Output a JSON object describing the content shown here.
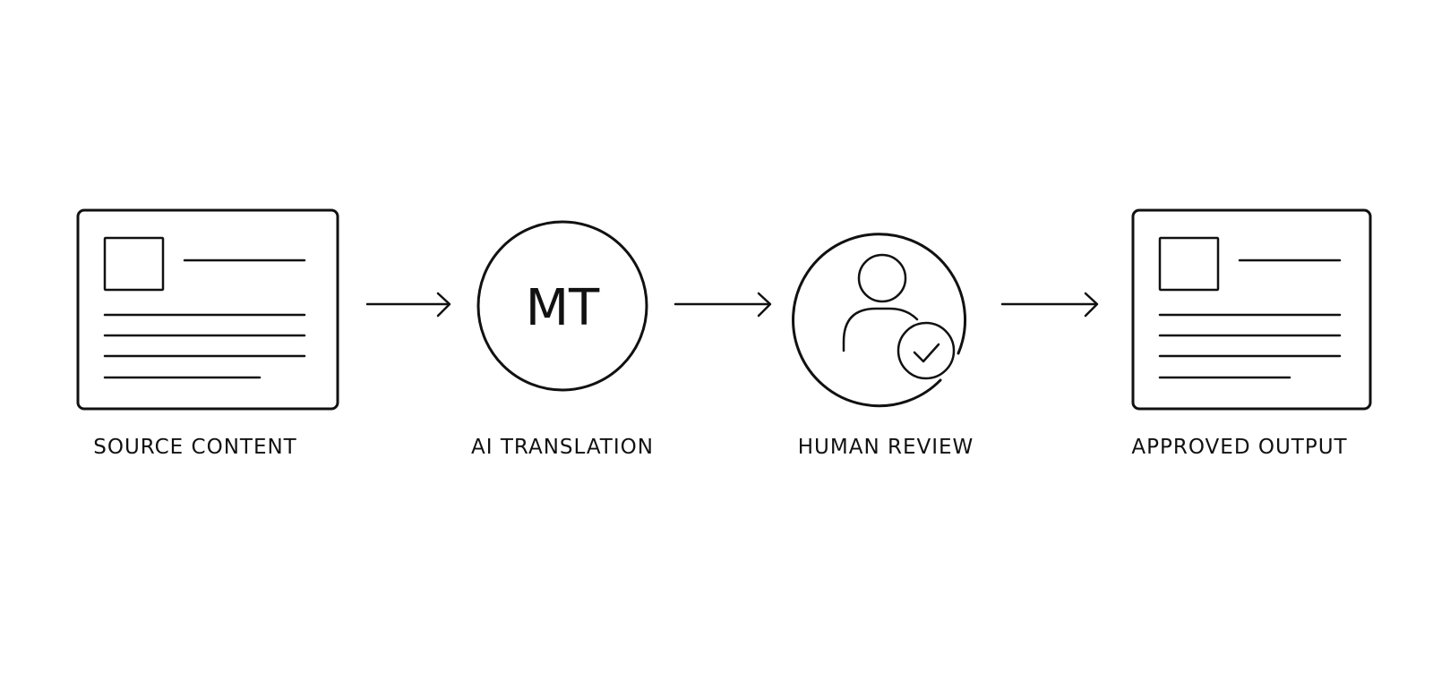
{
  "diagram": {
    "steps": [
      {
        "label": "SOURCE CONTENT",
        "icon": "document-icon"
      },
      {
        "label": "AI TRANSLATION",
        "icon": "machine-translation-icon",
        "badge": "MT"
      },
      {
        "label": "HUMAN REVIEW",
        "icon": "reviewer-check-icon"
      },
      {
        "label": "APPROVED OUTPUT",
        "icon": "document-icon"
      }
    ],
    "colors": {
      "stroke": "#111111",
      "background": "#ffffff"
    }
  }
}
